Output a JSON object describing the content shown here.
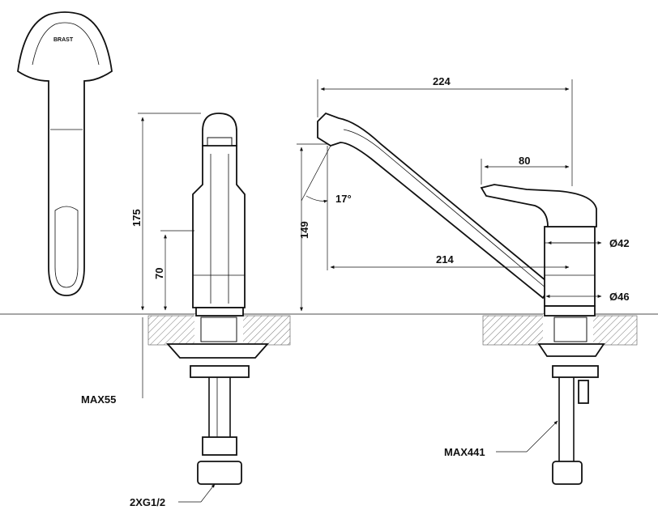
{
  "labels": {
    "top_view_logo": "BRAST",
    "dim_175": "175",
    "dim_70": "70",
    "dim_max55": "MAX55",
    "dim_2xg": "2XG1/2",
    "dim_224": "224",
    "dim_80": "80",
    "dim_17": "17°",
    "dim_149": "149",
    "dim_214": "214",
    "dim_d42": "Ø42",
    "dim_d46": "Ø46",
    "dim_max441": "MAX441"
  }
}
